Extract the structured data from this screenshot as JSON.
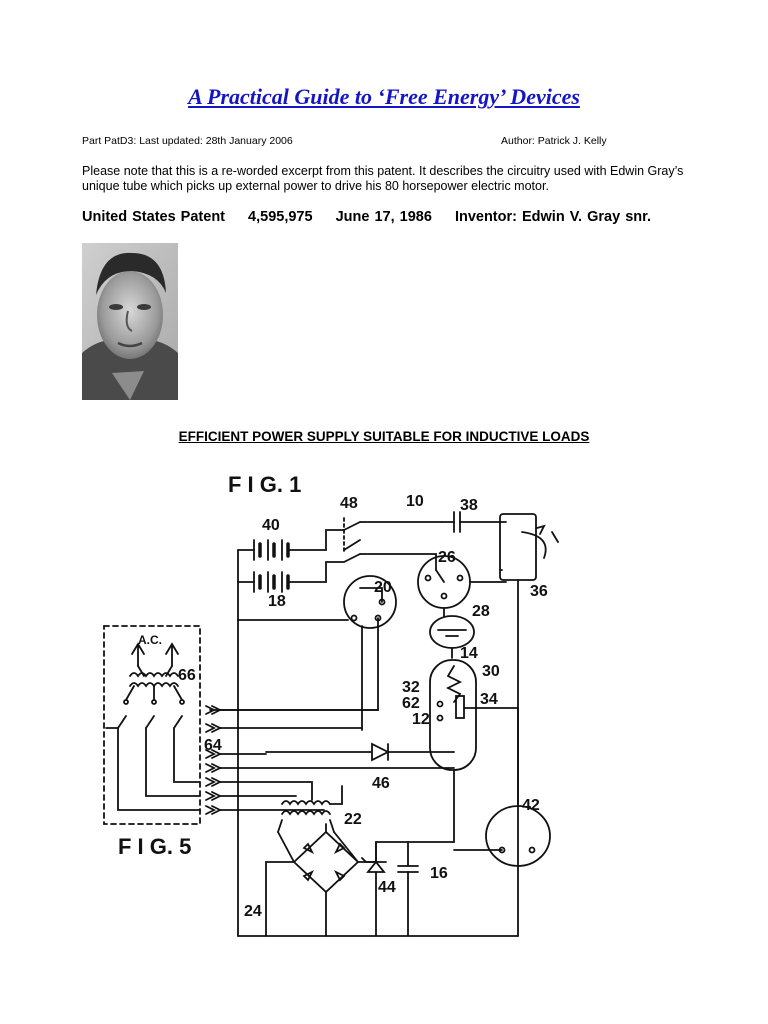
{
  "header": {
    "title": "A Practical Guide to ‘Free Energy’ Devices",
    "part_info": "Part PatD3: Last updated: 28th January 2006",
    "author": "Author: Patrick J. Kelly"
  },
  "intro": {
    "note": "Please note that this is a re-worded excerpt from this patent.  It describes the circuitry used with Edwin Gray’s unique tube which picks up external power to drive his 80 horsepower electric motor."
  },
  "patent": {
    "country": "United States Patent",
    "number": "4,595,975",
    "date": "June 17, 1986",
    "inventor": "Inventor: Edwin V. Gray snr."
  },
  "section": {
    "subtitle": "EFFICIENT POWER SUPPLY SUITABLE FOR INDUCTIVE LOADS"
  },
  "figure": {
    "fig1_label": "F I G. 1",
    "fig5_label": "F I G. 5",
    "ac_label": "A.C.",
    "refs": {
      "r10": "10",
      "r12": "12",
      "r14": "14",
      "r16": "16",
      "r18": "18",
      "r20": "20",
      "r22": "22",
      "r24": "24",
      "r26": "26",
      "r28": "28",
      "r30": "30",
      "r32": "32",
      "r34": "34",
      "r36": "36",
      "r38": "38",
      "r40": "40",
      "r42": "42",
      "r44": "44",
      "r46": "46",
      "r48": "48",
      "r62": "62",
      "r64": "64",
      "r66": "66"
    }
  }
}
